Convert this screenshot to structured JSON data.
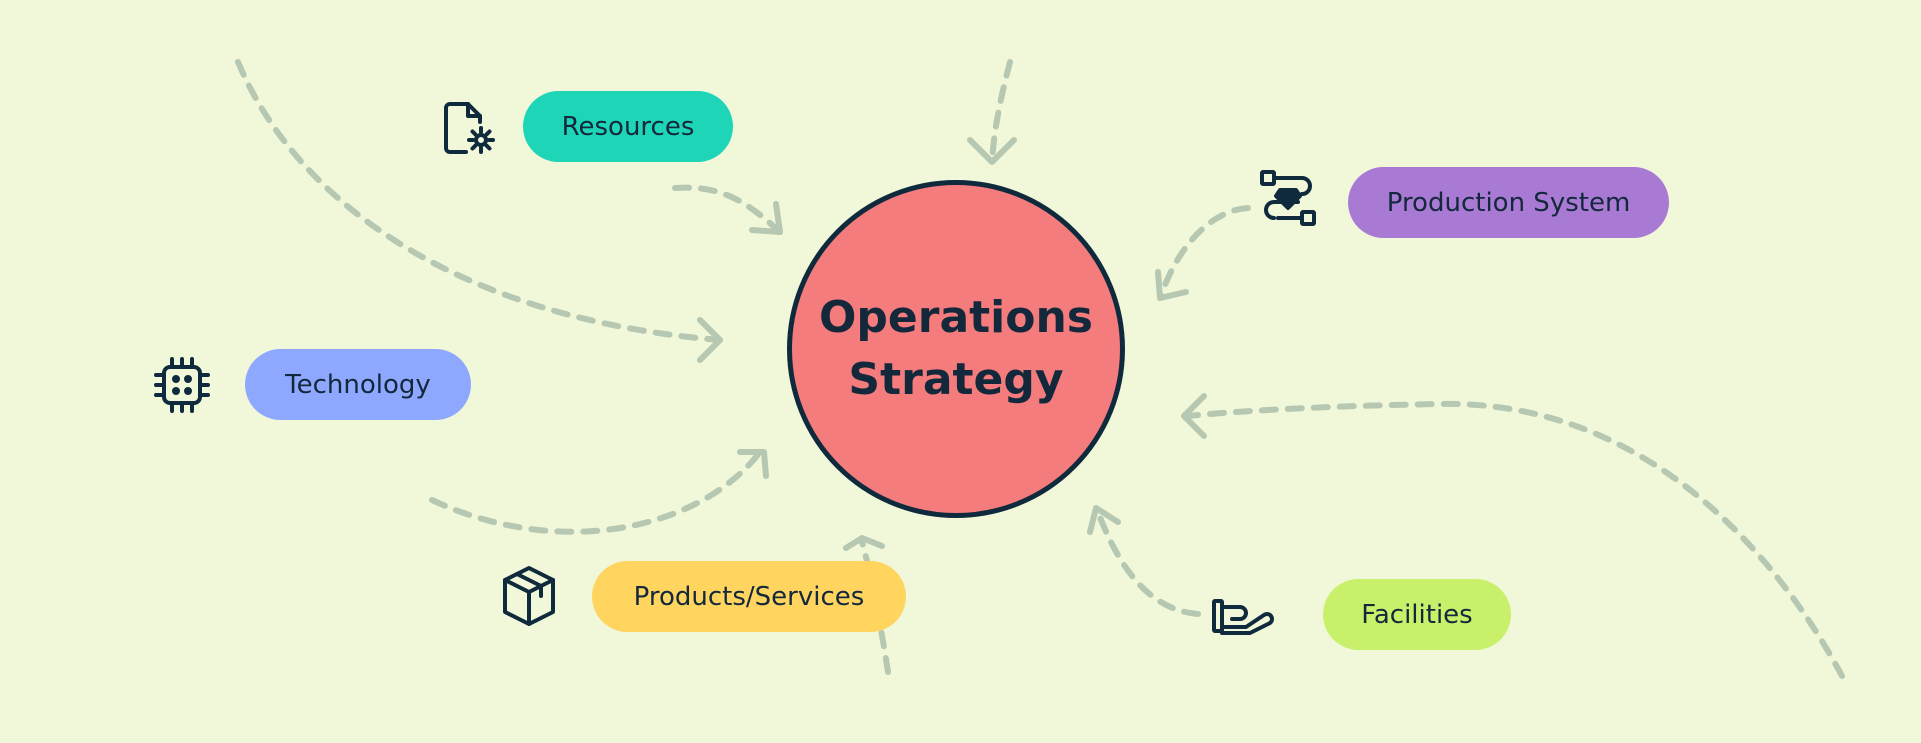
{
  "colors": {
    "background": "#f1f8d9",
    "center_fill": "#f47c7c",
    "outline": "#0f2a3c",
    "connector": "#b6c7b2"
  },
  "center": {
    "label": "Operations Strategy"
  },
  "nodes": [
    {
      "id": "resources",
      "label": "Resources",
      "color": "#1fd5b8",
      "icon": "document-gear-icon"
    },
    {
      "id": "production-system",
      "label": "Production System",
      "color": "#a97ad4",
      "icon": "workflow-diamond-icon"
    },
    {
      "id": "technology",
      "label": "Technology",
      "color": "#8fa8ff",
      "icon": "cpu-chip-icon"
    },
    {
      "id": "products-services",
      "label": "Products/Services",
      "color": "#ffd45f",
      "icon": "box-icon"
    },
    {
      "id": "facilities",
      "label": "Facilities",
      "color": "#c9f06a",
      "icon": "hand-offering-icon"
    }
  ]
}
